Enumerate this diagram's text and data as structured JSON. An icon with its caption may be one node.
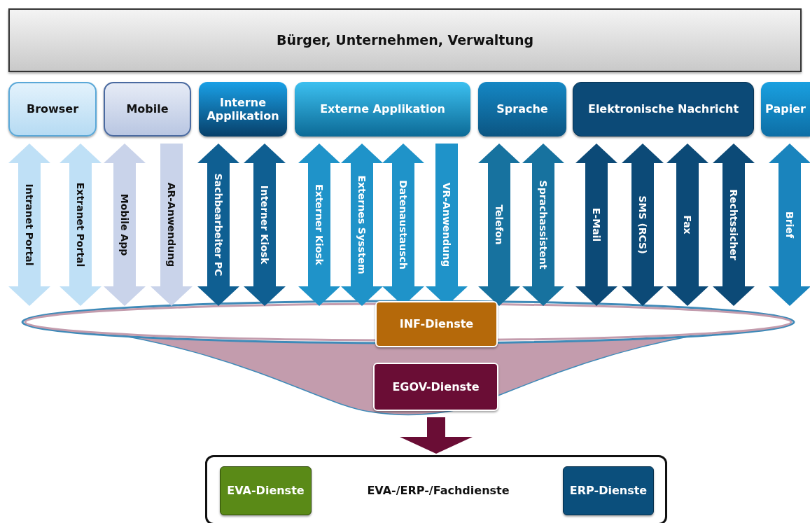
{
  "diagram": {
    "nodes": [
      {
        "text": [
          "Bürger, Unternehmen, Verwaltung"
        ]
      },
      {
        "text": [
          "Browser"
        ]
      },
      {
        "text": [
          "Mobile"
        ]
      },
      {
        "text": [
          "Interne Applikation"
        ]
      },
      {
        "text": [
          "Externe Applikation"
        ]
      },
      {
        "text": [
          "Sprache"
        ]
      },
      {
        "text": [
          "Elektronische Nachricht"
        ]
      },
      {
        "text": [
          "Papier"
        ]
      },
      {
        "text": [],
        "shape": "funnel"
      },
      {
        "text": [
          "INF-Dienste"
        ]
      },
      {
        "text": [
          "EGOV-Dienste"
        ],
        "in": 8
      },
      {
        "text": [
          "EVA-/ERP-/Fachdienste"
        ]
      },
      {
        "text": [
          "EVA-Dienste"
        ],
        "in": 11
      },
      {
        "text": [
          "ERP-Dienste"
        ],
        "in": 11
      }
    ],
    "edges": [
      {
        "from": 1,
        "to": 8,
        "arrow": "both",
        "label": "Intranet Portal",
        "color": "#bfe0f6"
      },
      {
        "from": 1,
        "to": 8,
        "arrow": "both",
        "label": "Extranet Portal",
        "color": "#bfe0f6"
      },
      {
        "from": 2,
        "to": 8,
        "arrow": "both",
        "label": "Mobile App",
        "color": "#c9d3ea"
      },
      {
        "from": 2,
        "to": 8,
        "arrow": "to",
        "label": "AR-Anwendung",
        "color": "#c9d3ea"
      },
      {
        "from": 3,
        "to": 8,
        "arrow": "both",
        "label": "Sachbearbeiter PC",
        "color": "#0f5f92"
      },
      {
        "from": 3,
        "to": 8,
        "arrow": "both",
        "label": "Interner Kiosk",
        "color": "#0f5f92"
      },
      {
        "from": 4,
        "to": 8,
        "arrow": "both",
        "label": "Externer Kiosk",
        "color": "#1f93c9"
      },
      {
        "from": 4,
        "to": 8,
        "arrow": "both",
        "label": "Externes Sysstem",
        "color": "#1f93c9"
      },
      {
        "from": 4,
        "to": 8,
        "arrow": "both",
        "label": "Datenaustausch",
        "color": "#1f93c9"
      },
      {
        "from": 4,
        "to": 8,
        "arrow": "to",
        "label": "VR-Anwendung",
        "color": "#1f93c9"
      },
      {
        "from": 5,
        "to": 8,
        "arrow": "both",
        "label": "Telefon",
        "color": "#17729f"
      },
      {
        "from": 5,
        "to": 8,
        "arrow": "both",
        "label": "Sprachassistent",
        "color": "#17729f"
      },
      {
        "from": 6,
        "to": 8,
        "arrow": "both",
        "label": "E-Mail",
        "color": "#0c4a77"
      },
      {
        "from": 6,
        "to": 8,
        "arrow": "both",
        "label": "SMS (RCS)",
        "color": "#0c4a77"
      },
      {
        "from": 6,
        "to": 8,
        "arrow": "both",
        "label": "Fax",
        "color": "#0c4a77"
      },
      {
        "from": 6,
        "to": 8,
        "arrow": "both",
        "label": "Rechtssicher",
        "color": "#0c4a77"
      },
      {
        "from": 7,
        "to": 8,
        "arrow": "both",
        "label": "Brief",
        "color": "#1a84bd"
      },
      {
        "from": 8,
        "to": 11,
        "arrow": "to",
        "color": "#6a0d35"
      }
    ]
  }
}
